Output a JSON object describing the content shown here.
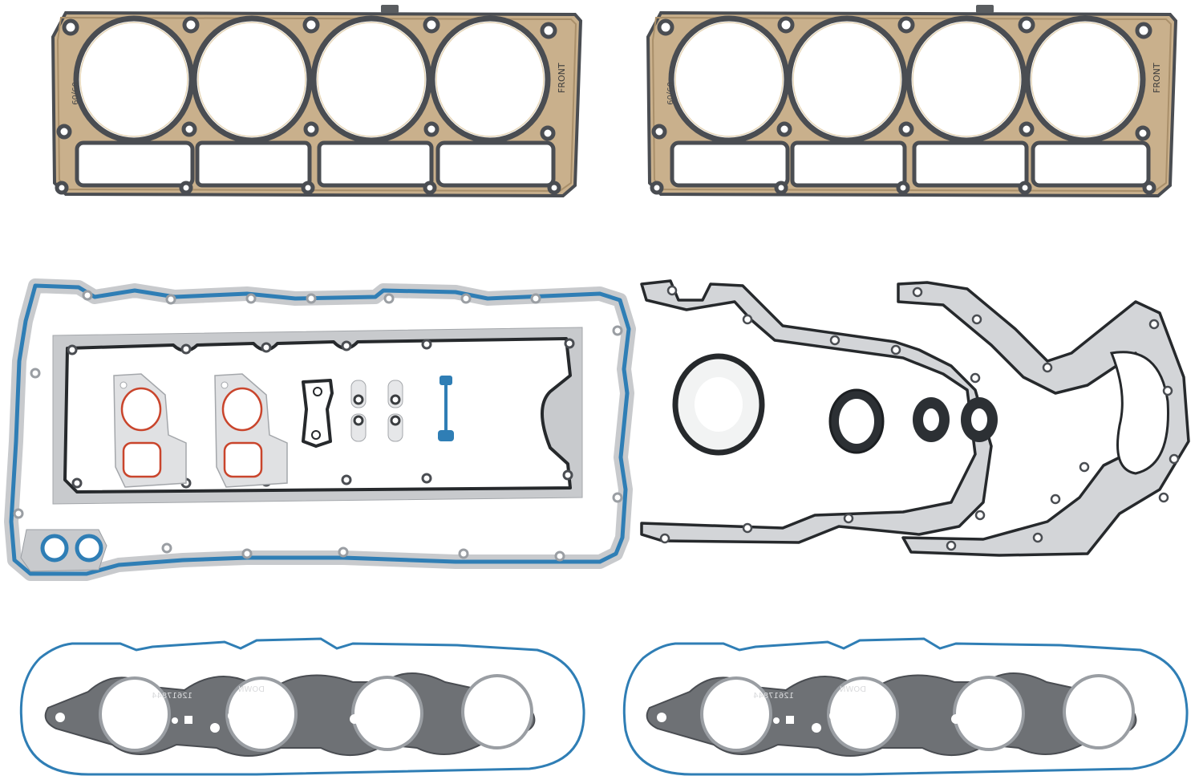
{
  "scene": {
    "background": "#ffffff",
    "description": "Engine full gasket set product photo"
  },
  "colors": {
    "mls_bronze": "#c9b08c",
    "mls_bronze_dark": "#a98f6a",
    "bead_dark": "#4a4d52",
    "steel_silver": "#c8cacd",
    "steel_edge": "#9a9ea3",
    "rubber_blue": "#2f7eb5",
    "rubber_black": "#26292c",
    "orange_oring": "#c9452c",
    "seal_white": "#f2f3f3",
    "exhaust_grey": "#6e7175"
  },
  "head_gaskets": [
    {
      "label_front": "FRONT",
      "stamp": "09/09",
      "position": "top-left"
    },
    {
      "label_front": "FRONT",
      "stamp": "09/09",
      "position": "top-right"
    }
  ],
  "oil_pan_gasket": {
    "position": "middle-left",
    "color": "rubber_blue"
  },
  "valley_cover_gasket": {
    "position": "middle-left-inner"
  },
  "small_parts": {
    "water_pump_gaskets": 2,
    "oil_pressure_sensor_gasket": 1,
    "tube_seals": 4,
    "dipstick_seal": 1
  },
  "timing_cover_gasket": {
    "position": "middle-center"
  },
  "rear_cover_gasket": {
    "position": "middle-right"
  },
  "seals": {
    "front_crank_seal": 1,
    "rear_main_seal": 1,
    "small_seals": 2
  },
  "exhaust_gaskets": [
    {
      "part_number": "12617844",
      "marking": "DOWN",
      "position": "bottom-left"
    },
    {
      "part_number": "12617844",
      "marking": "DOWN",
      "position": "bottom-right"
    }
  ],
  "valve_cover_gaskets": [
    {
      "position": "bottom-left"
    },
    {
      "position": "bottom-right"
    }
  ]
}
